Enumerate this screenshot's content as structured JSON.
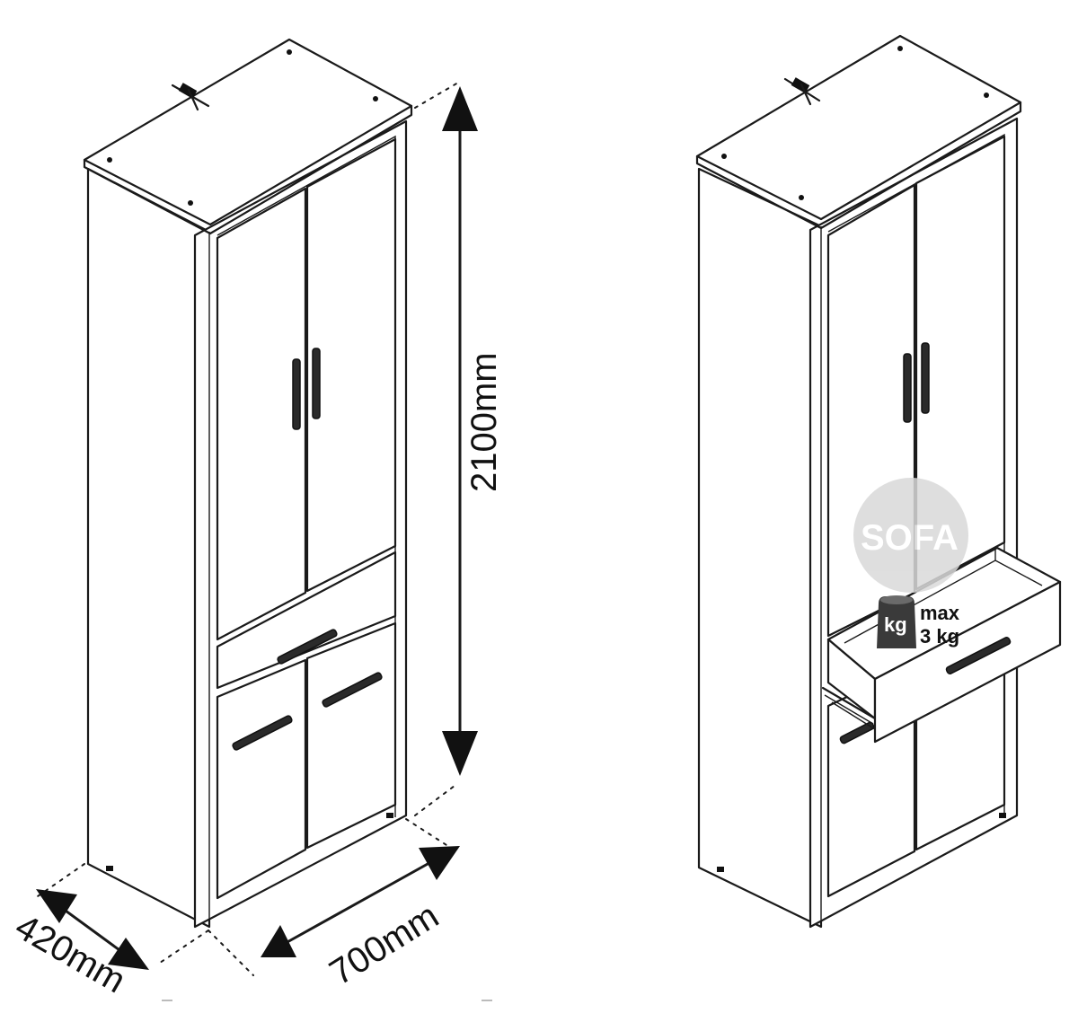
{
  "dimensions": {
    "height": "2100mm",
    "width": "700mm",
    "depth": "420mm"
  },
  "drawer_load": {
    "weight_badge": "kg",
    "line1": "max",
    "line2": "3 kg"
  },
  "watermark": {
    "text": "SOFA"
  },
  "colors": {
    "line": "#1a1a1a",
    "background": "#ffffff",
    "watermark": "#d9d9d9"
  }
}
